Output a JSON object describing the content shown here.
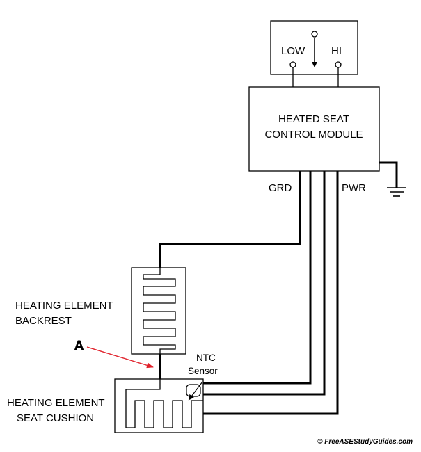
{
  "switch": {
    "low_label": "LOW",
    "hi_label": "HI"
  },
  "module": {
    "title_line1": "HEATED SEAT",
    "title_line2": "CONTROL MODULE"
  },
  "terminals": {
    "grd_label": "GRD",
    "pwr_label": "PWR"
  },
  "backrest": {
    "line1": "HEATING ELEMENT",
    "line2": "BACKREST"
  },
  "cushion": {
    "line1": "HEATING ELEMENT",
    "line2": "SEAT CUSHION"
  },
  "sensor": {
    "line1": "NTC",
    "line2": "Sensor"
  },
  "callout": {
    "letter": "A",
    "color": "#e0202a"
  },
  "copyright": "© FreeASEStudyGuides.com"
}
